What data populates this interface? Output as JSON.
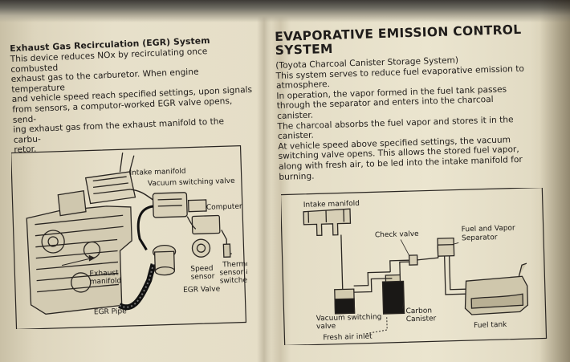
{
  "left_page": {
    "heading": "Exhaust Gas Recirculation (EGR) System",
    "paragraph_lines": [
      "This device reduces NOx by recirculating once combusted",
      "exhaust gas to the carburetor. When engine temperature",
      "and vehicle speed reach specified settings, upon signals",
      "from sensors, a computor-worked EGR valve opens, send-",
      "ing exhaust gas from the exhaust manifold to the carbu-",
      "retor."
    ],
    "figure_labels": {
      "intake_manifold": "Intake manifold",
      "vacuum_switching_valve": "Vacuum switching valve",
      "computer": "Computer",
      "exhaust_manifold_1": "Exhaust",
      "exhaust_manifold_2": "manifold",
      "speed_sensor_1": "Speed",
      "speed_sensor_2": "sensor",
      "thermo_1": "Thermo",
      "thermo_2": "sensor &",
      "thermo_3": "switches",
      "egr_valve": "EGR Valve",
      "egr_pipe": "EGR Pipe"
    }
  },
  "right_page": {
    "title_line1": "EVAPORATIVE EMISSION CONTROL",
    "title_line2": "SYSTEM",
    "paragraph_lines": [
      "(Toyota Charcoal Canister Storage System)",
      "This system serves to reduce fuel evaporative emission to",
      "atmosphere.",
      "In operation, the vapor formed in the fuel tank passes",
      "through the separator and enters into the charcoal canister.",
      "The charcoal absorbs the fuel vapor and stores it in the",
      "canister.",
      "At vehicle speed above specified settings, the vacuum",
      "switching valve opens. This allows the stored fuel vapor,",
      "along with fresh air, to be led into the intake manifold for",
      "burning."
    ],
    "figure_labels": {
      "intake_manifold": "Intake manifold",
      "check_valve": "Check valve",
      "fuel_vapor_1": "Fuel and Vapor",
      "fuel_vapor_2": "Separator",
      "vacuum_switching_1": "Vacuum switching",
      "vacuum_switching_2": "valve",
      "carbon_1": "Carbon",
      "carbon_2": "Canister",
      "fresh_air": "Fresh air inlet",
      "fuel_tank": "Fuel tank"
    }
  }
}
